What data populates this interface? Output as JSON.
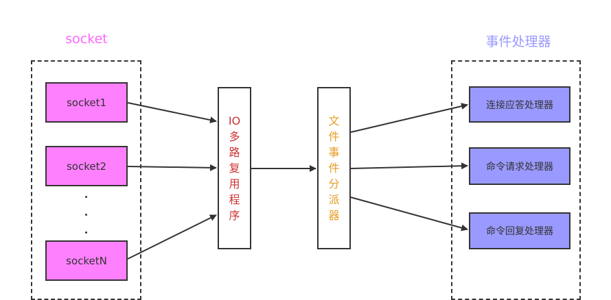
{
  "colors": {
    "socket_title": "#ff66ff",
    "handler_title": "#9999ff",
    "io_text": "#cc3333",
    "dispatcher_text": "#e69c24",
    "socket_fill": "#ff80ff",
    "handler_fill": "#9999ff"
  },
  "socket_group": {
    "title": "socket",
    "items": [
      "socket1",
      "socket2",
      "socketN"
    ]
  },
  "io_multiplexer": {
    "label": "IO多路复用程序"
  },
  "dispatcher": {
    "label": "文件事件分派器"
  },
  "handler_group": {
    "title": "事件处理器",
    "items": [
      "连接应答处理器",
      "命令请求处理器",
      "命令回复处理器"
    ]
  }
}
